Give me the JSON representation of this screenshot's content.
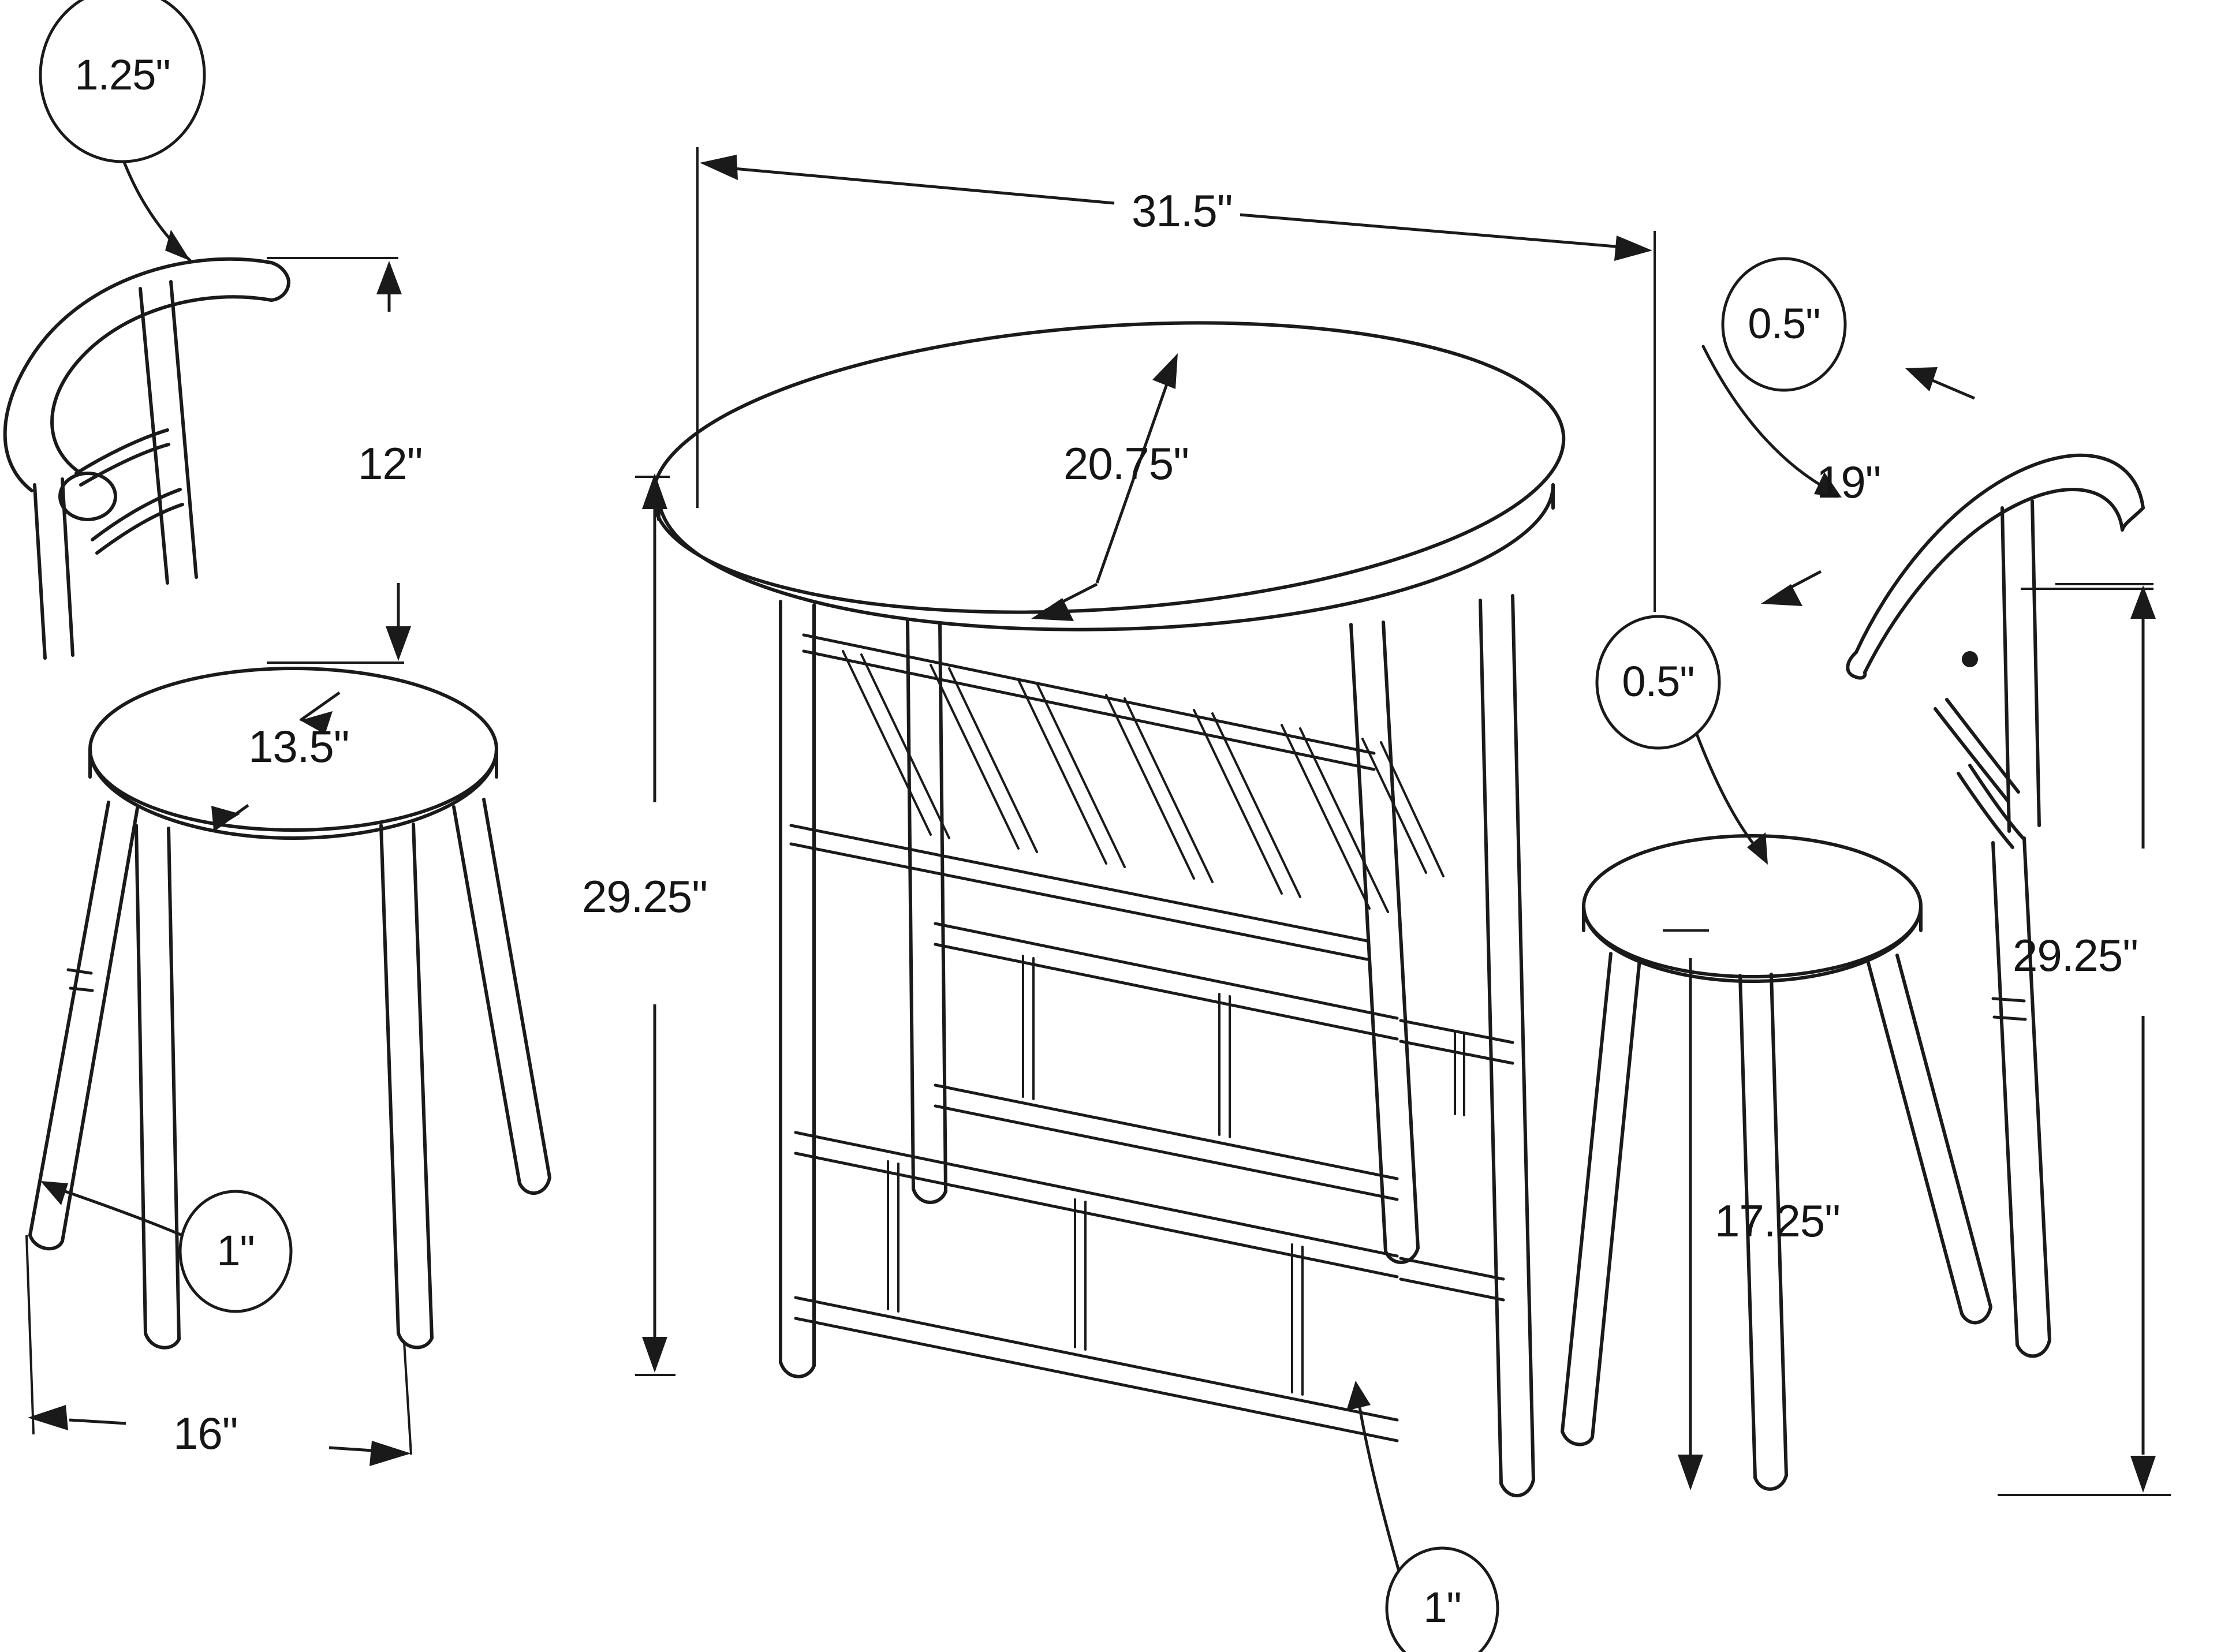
{
  "drawing": {
    "title": "3-Piece Bistro Dining Set Dimension Drawing",
    "unit": "inch",
    "line_color": "#1a1a1a",
    "background_color": "#ffffff"
  },
  "dimensions": {
    "left_chair": {
      "backrest_tube_diameter": "1.25\"",
      "backrest_height": "12\"",
      "seat_diameter": "13.5\"",
      "leg_span": "16\"",
      "leg_diameter": "1\""
    },
    "table": {
      "width": "31.5\"",
      "depth": "20.75\"",
      "height": "29.25\"",
      "leg_diameter": "1\""
    },
    "right_chair": {
      "backrest_tube_thickness_top": "0.5\"",
      "seat_thickness": "0.5\"",
      "backrest_width": "19\"",
      "seat_height": "17.25\"",
      "overall_height": "29.25\""
    }
  },
  "labels": {
    "chair_l_125": "1.25\"",
    "chair_l_12": "12\"",
    "chair_l_135": "13.5\"",
    "chair_l_16": "16\"",
    "chair_l_1": "1\"",
    "table_315": "31.5\"",
    "table_2075": "20.75\"",
    "table_2925": "29.25\"",
    "table_1": "1\"",
    "chair_r_05_top": "0.5\"",
    "chair_r_05_seat": "0.5\"",
    "chair_r_19": "19\"",
    "chair_r_1725": "17.25\"",
    "chair_r_2925": "29.25\""
  }
}
